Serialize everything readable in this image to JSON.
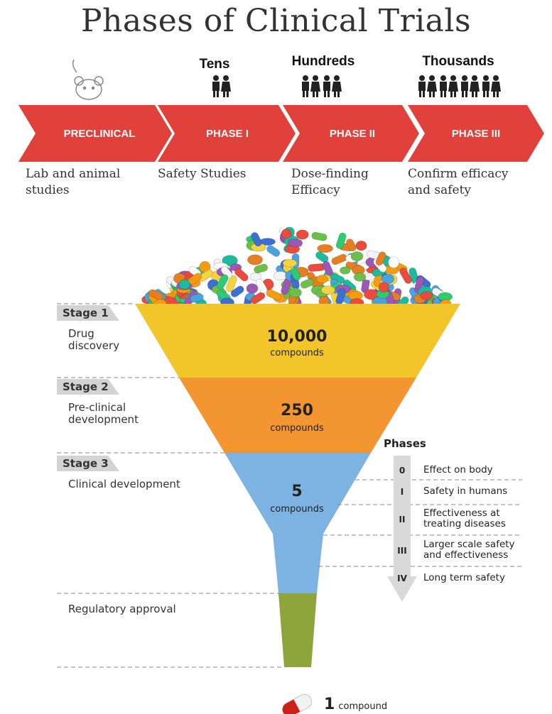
{
  "title": "Phases of Clinical Trials",
  "top": {
    "population": [
      "Tens",
      "Hundreds",
      "Thousands"
    ],
    "arrows": [
      "PRECLINICAL",
      "PHASE I",
      "PHASE II",
      "PHASE III"
    ],
    "descriptions": [
      {
        "line1": "Lab and animal",
        "line2": "studies"
      },
      {
        "line1": "Safety Studies",
        "line2": ""
      },
      {
        "line1": "Dose-finding",
        "line2": "Efficacy"
      },
      {
        "line1": "Confirm efficacy",
        "line2": "and safety"
      }
    ],
    "arrow_color": "#e0413a"
  },
  "funnel": {
    "stages": [
      {
        "tab": "Stage 1",
        "line1": "Drug",
        "line2": "discovery",
        "count": "10,000",
        "unit": "compounds",
        "color": "#f2c62b"
      },
      {
        "tab": "Stage 2",
        "line1": "Pre-clinical",
        "line2": "development",
        "count": "250",
        "unit": "compounds",
        "color": "#f39530"
      },
      {
        "tab": "Stage 3",
        "line1": "Clinical development",
        "line2": "",
        "count": "5",
        "unit": "compounds",
        "color": "#7db3e2"
      }
    ],
    "regulatory": "Regulatory approval",
    "regulatory_color": "#8ea53b",
    "phases_title": "Phases",
    "phases": [
      {
        "num": "0",
        "line1": "Effect on body",
        "line2": ""
      },
      {
        "num": "I",
        "line1": "Safety in humans",
        "line2": ""
      },
      {
        "num": "II",
        "line1": "Effectiveness at",
        "line2": "treating diseases"
      },
      {
        "num": "III",
        "line1": "Larger scale safety",
        "line2": "and effectiveness"
      },
      {
        "num": "IV",
        "line1": "Long term safety",
        "line2": ""
      }
    ],
    "final_count": "1",
    "final_unit": "compound"
  }
}
